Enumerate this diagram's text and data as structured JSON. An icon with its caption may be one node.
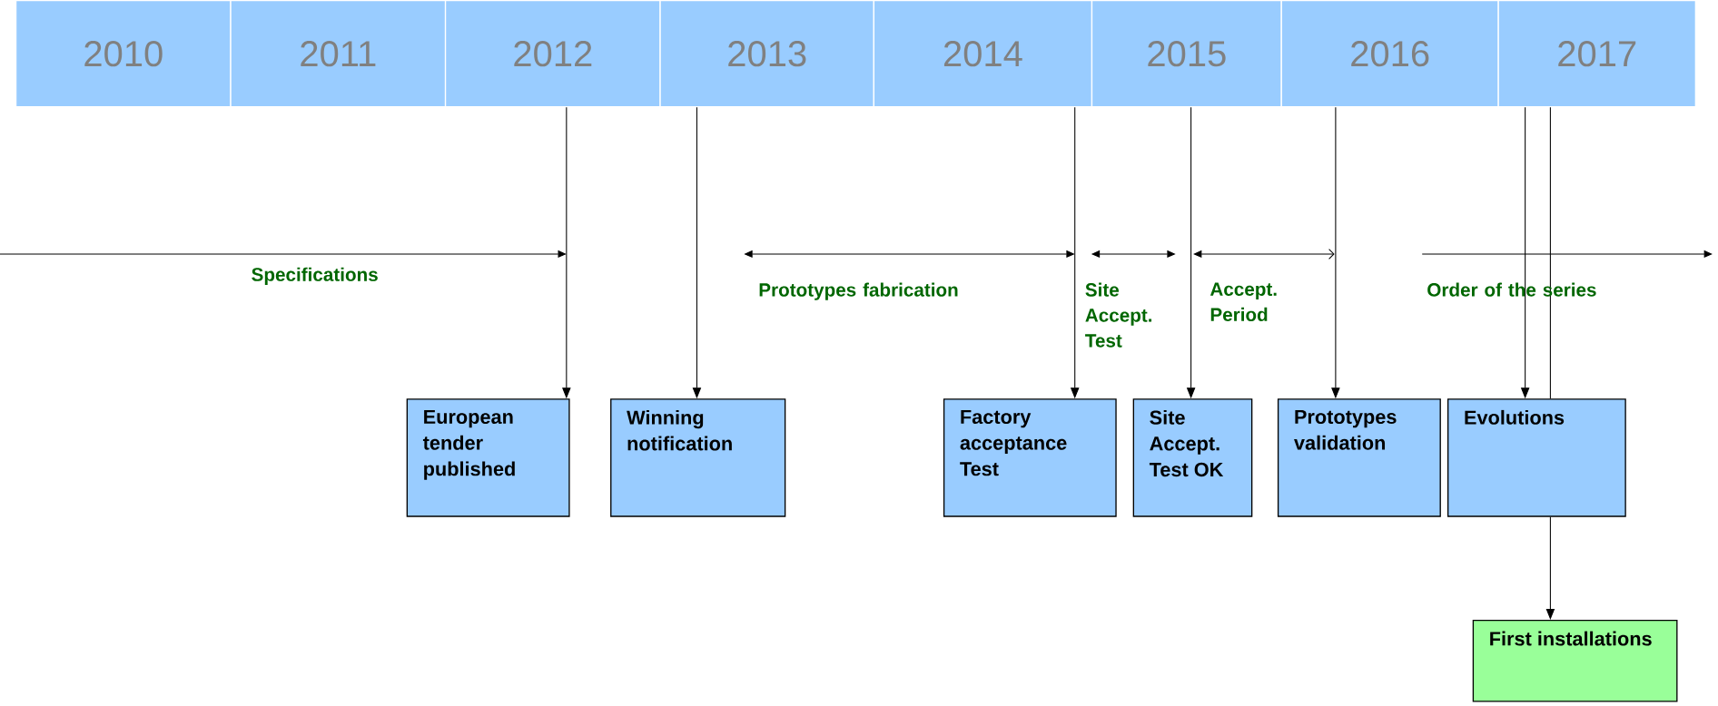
{
  "diagram": {
    "nodes": [
      {
        "text": [
          "2010"
        ]
      },
      {
        "text": [
          "2011"
        ]
      },
      {
        "text": [
          "2012"
        ]
      },
      {
        "text": [
          "2013"
        ]
      },
      {
        "text": [
          "2014"
        ]
      },
      {
        "text": [
          "2015"
        ]
      },
      {
        "text": [
          "2016"
        ]
      },
      {
        "text": [
          "2017"
        ]
      },
      {
        "text": [
          "European tender published"
        ]
      },
      {
        "text": [
          "Winning notification"
        ]
      },
      {
        "text": [
          "Factory acceptance Test"
        ]
      },
      {
        "text": [
          "Site Accept. Test OK"
        ]
      },
      {
        "text": [
          "Prototypes validation"
        ]
      },
      {
        "text": [
          "Evolutions"
        ]
      },
      {
        "text": [
          "First installations"
        ]
      }
    ],
    "edges": [
      {
        "from": 2,
        "to": 8,
        "arrow": "to"
      },
      {
        "from": 3,
        "to": 9,
        "arrow": "to"
      },
      {
        "from": 4,
        "to": 10,
        "arrow": "to"
      },
      {
        "from": 5,
        "to": 11,
        "arrow": "to"
      },
      {
        "from": 6,
        "to": 12,
        "arrow": "to"
      },
      {
        "from": 7,
        "to": 13,
        "arrow": "to"
      },
      {
        "from": 7,
        "to": 13,
        "arrow": "none"
      },
      {
        "from": 13,
        "to": 14,
        "arrow": "to"
      }
    ],
    "labels": [
      "Specifications",
      "Prototypes fabrication",
      "Site Accept. Test",
      "Accept. Period",
      "Order of the series"
    ]
  }
}
